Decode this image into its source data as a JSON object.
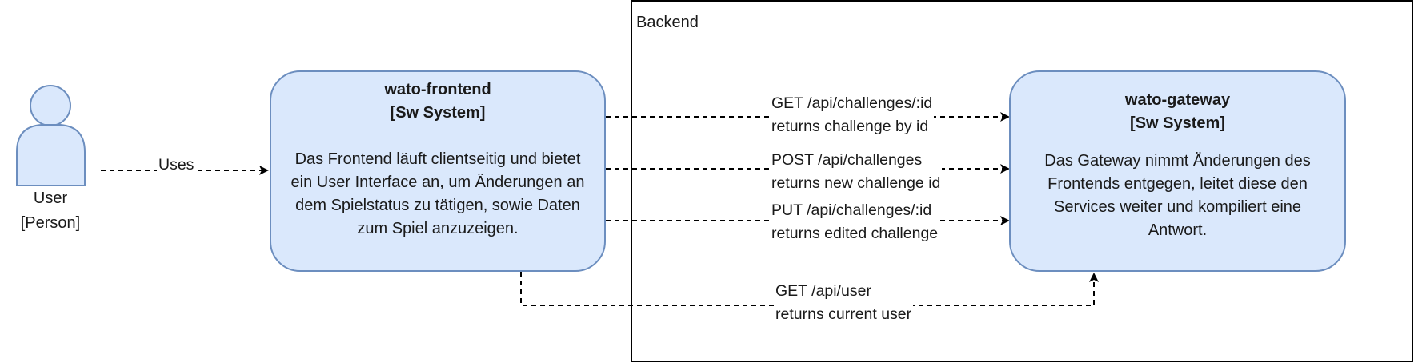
{
  "boundary": {
    "label": "Backend"
  },
  "actor": {
    "name": "User",
    "type": "[Person]"
  },
  "frontend": {
    "name": "wato-frontend",
    "type": "[Sw System]",
    "description": "Das Frontend läuft clientseitig und bietet ein User Interface an, um Änderungen an dem Spielstatus zu tätigen, sowie Daten zum Spiel anzuzeigen."
  },
  "gateway": {
    "name": "wato-gateway",
    "type": "[Sw System]",
    "description": "Das Gateway nimmt Änderungen des Frontends entgegen, leitet diese den Services weiter und kompiliert eine Antwort."
  },
  "relations": {
    "uses": "Uses",
    "get_challenge": {
      "line1": "GET /api/challenges/:id",
      "line2": "returns challenge by id"
    },
    "post_challenge": {
      "line1": "POST /api/challenges",
      "line2": "returns new challenge id"
    },
    "put_challenge": {
      "line1": "PUT /api/challenges/:id",
      "line2": "returns edited challenge"
    },
    "get_user": {
      "line1": "GET /api/user",
      "line2": "returns current user"
    }
  },
  "colors": {
    "node_fill": "#dae8fc",
    "node_stroke": "#6c8ebf",
    "edge": "#000000"
  }
}
